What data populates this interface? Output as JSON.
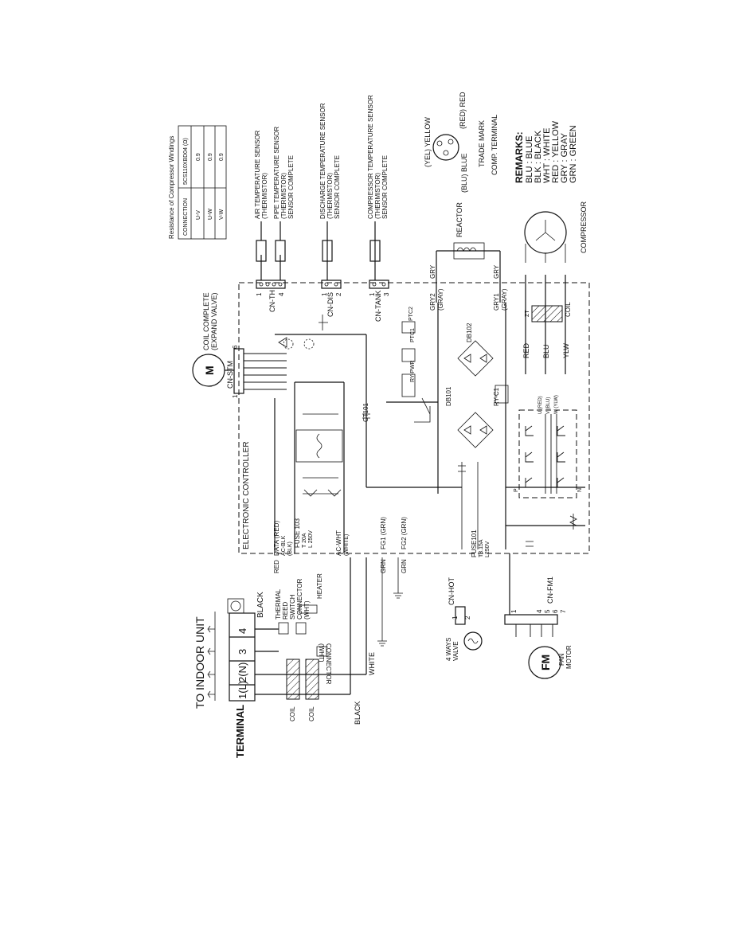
{
  "terminal": {
    "title": "TO INDOOR UNIT",
    "label": "TERMINAL",
    "cells": [
      "1(L)",
      "2(N)",
      "3",
      "4"
    ],
    "black_label": "BLACK"
  },
  "left_parts": {
    "coil1": "COIL",
    "coil2": "COIL",
    "black": "BLACK",
    "white": "WHITE",
    "connector_wht": "CONNECTOR",
    "connector_wht_sub": "(WHT)",
    "thermal_reed_1": "THERMAL",
    "thermal_reed_2": "REED",
    "thermal_reed_3": "SWITCH",
    "connector2_1": "CONNECTOR",
    "connector2_2": "(WHT)",
    "heater": "HEATER"
  },
  "controller": {
    "title": "ELECTRONIC CONTROLLER",
    "red": "RED",
    "data_red": "DATA (RED)",
    "ac_blk": "AC-BLK",
    "ac_blk_sub": "(BLK)",
    "fuse103_1": "FUSE 103",
    "fuse103_2": "T 20A",
    "fuse103_3": "L 250V",
    "ac_wht": "AC-WHT",
    "ac_wht_sub": "(WHITE)",
    "grn1": "GRN",
    "fg1": "FG1 (GRN)",
    "grn2": "GRN",
    "fg2": "FG2 (GRN)",
    "ct101": "CT101",
    "ry_pwr": "RY-PWR",
    "ptc1": "PTC1",
    "ptc2": "PTC2",
    "db101": "DB101",
    "db102": "DB102",
    "ry_c1": "RY-C1",
    "fuse101_1": "FUSE101",
    "fuse101_2": "T3.15A",
    "fuse101_3": "L250V",
    "u_red": "U (RED)",
    "v_blu": "V (BLU)",
    "w_ylw": "W (YLW)",
    "p": "P",
    "n": "N"
  },
  "stepper": {
    "coil_1": "COIL COMPLETE",
    "coil_2": "(EXPAND VALVE)",
    "motor_m": "M",
    "cn_stm": "CN-STM",
    "pin1": "1",
    "pin6": "6"
  },
  "sensors": {
    "cn_th": "CN-TH",
    "cn_th_p1": "1",
    "cn_th_p4": "4",
    "cn_dis": "CN-DIS",
    "cn_dis_p1": "1",
    "cn_dis_p2": "2",
    "cn_tank": "CN-TANK",
    "cn_tank_p1": "1",
    "cn_tank_p3": "3",
    "air_1": "AIR TEMPERATURE SENSOR",
    "air_2": "(THERMISTOR)",
    "pipe_1": "PIPE TEMPERATURE SENSOR",
    "pipe_2": "(THERMISTOR)",
    "pipe_3": "SENSOR COMPLETE",
    "dis_1": "DISCHARGE TEMPERATURE SENSOR",
    "dis_2": "(THERMISTOR)",
    "dis_3": "SENSOR COMPLETE",
    "comp_1": "COMPRESSOR TEMPERATURE SENSOR",
    "comp_2": "(THERMISTOR)",
    "comp_3": "SENSOR COMPLETE"
  },
  "table": {
    "title": "Resistance of Compressor Windings",
    "header": [
      "CONNECTION",
      "5CS110XBD04 (Ω)"
    ],
    "rows": [
      [
        "U-V",
        "0.9"
      ],
      [
        "U-W",
        "0.9"
      ],
      [
        "V-W",
        "0.9"
      ]
    ]
  },
  "comp_terminal": {
    "yellow": "(YEL) YELLOW",
    "red": "(RED) RED",
    "blue": "(BLU) BLUE",
    "trade_mark": "TRADE MARK",
    "comp_terminal": "COMP. TERMINAL"
  },
  "remarks": {
    "title": "REMARKS:",
    "lines": [
      "BLU  : BLUE",
      "BLK  : BLACK",
      "WHT  : WHITE",
      "RED  : YELLOW",
      "GRY  : GRAY",
      "GRN  : GREEN"
    ]
  },
  "right_parts": {
    "reactor": "REACTOR",
    "gry_top": "GRY",
    "gry2": "GRY2",
    "gray2": "(GRAY)",
    "gry_bot": "GRY",
    "gry1": "GRY1",
    "gray1": "(GRAY)",
    "red": "RED",
    "blu": "BLU",
    "ylw": "YLW",
    "coil": "COIL",
    "zt": "ZT",
    "compressor": "COMPRESSOR"
  },
  "bottom_parts": {
    "cn_hot": "CN-HOT",
    "cn_hot_p1": "1",
    "cn_hot_p2": "2",
    "valve_1": "4 WAYS",
    "valve_2": "VALVE",
    "cn_fm1": "CN-FM1",
    "fm": "FM",
    "fan_1": "FAN",
    "fan_2": "MOTOR",
    "fm_p1": "1",
    "fm_p4": "4",
    "fm_p5": "5",
    "fm_p6": "6",
    "fm_p7": "7"
  }
}
